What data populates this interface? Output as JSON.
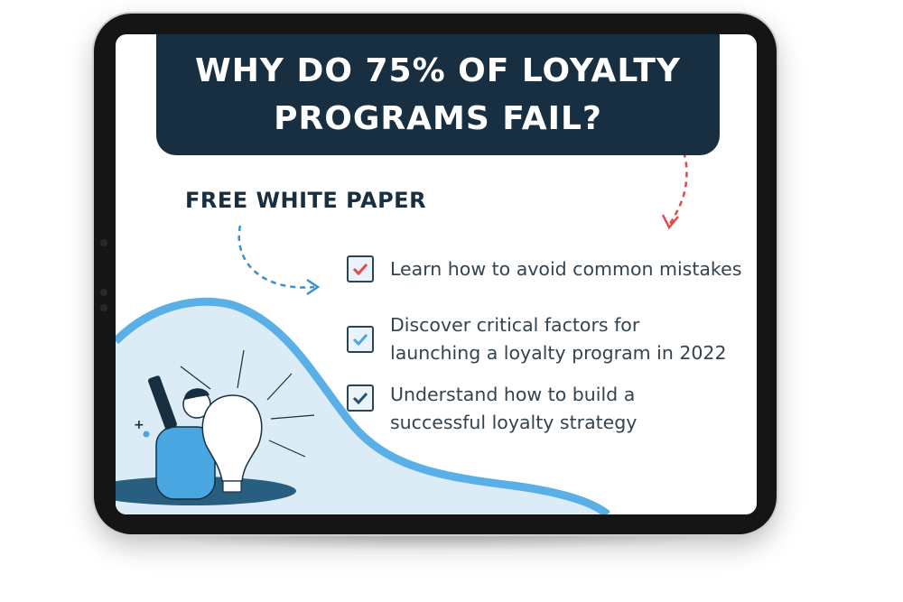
{
  "banner": {
    "line1": "WHY DO 75% OF LOYALTY",
    "line2": "PROGRAMS FAIL?"
  },
  "subtitle": "FREE WHITE PAPER",
  "checklist": [
    {
      "line1": "Learn how to avoid common mistakes",
      "line2": "",
      "check_color": "#e04a4a"
    },
    {
      "line1": "Discover critical factors for",
      "line2": "launching a loyalty program in 2022",
      "check_color": "#4aa6e0"
    },
    {
      "line1": "Understand how to build a",
      "line2": "successful loyalty strategy",
      "check_color": "#2c4f6a"
    }
  ],
  "colors": {
    "banner": "#172f40",
    "accent_blue": "#4aa6e0",
    "accent_red": "#e04a4a",
    "wave_fill": "#dcecf7"
  }
}
